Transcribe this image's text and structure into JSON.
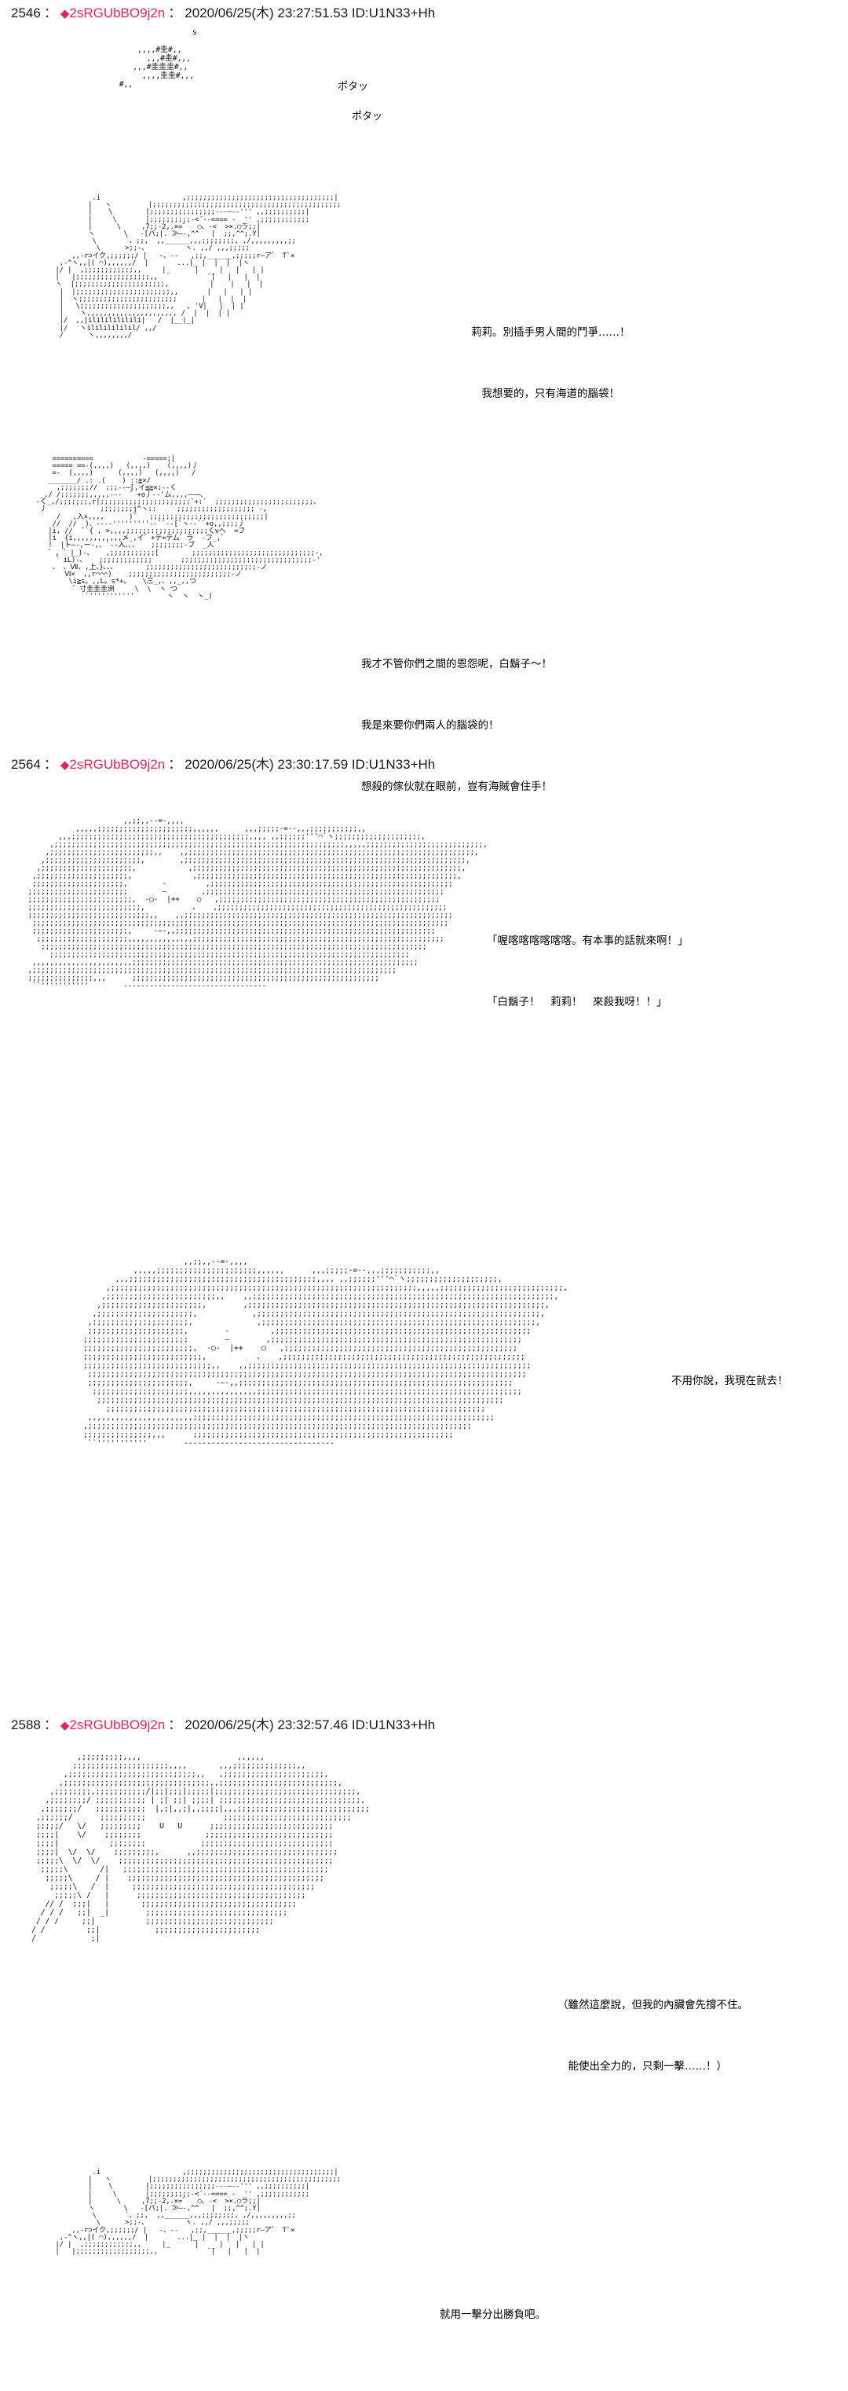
{
  "thread": {
    "board_style": "2ch-aa-thread",
    "accent_color": "#e8245a",
    "background": "#ffffff",
    "text_color": "#000000"
  },
  "posts": [
    {
      "number": "2546",
      "sep1": "：",
      "diamond": "◆",
      "tripcode": "2sRGUbBO9j2n",
      "sep2": "：",
      "meta": "2020/06/25(木) 23:27:51.53 ID:U1N33+Hh",
      "sound_effects": [
        "ポタッ",
        "ポタッ"
      ],
      "dialogue_blocks": [
        {
          "id": "d1",
          "lines": [
            "莉莉。別插手男人間的鬥爭……！",
            "　我想要的，只有海道的腦袋！"
          ]
        },
        {
          "id": "d2",
          "lines": [
            "我才不管你們之間的恩怨呢，白鬍子～！",
            "我是來要你們兩人的腦袋的！",
            "想殺的傢伙就在眼前，豈有海賊會住手！"
          ]
        }
      ]
    },
    {
      "number": "2564",
      "sep1": "：",
      "diamond": "◆",
      "tripcode": "2sRGUbBO9j2n",
      "sep2": "：",
      "meta": "2020/06/25(木) 23:30:17.59 ID:U1N33+Hh",
      "dialogue_blocks": [
        {
          "id": "d3",
          "lines": [
            "「喔喀喀喀喀喀喀。有本事的話就來啊！」",
            "「白鬍子！　莉莉！　來殺我呀！！」"
          ]
        },
        {
          "id": "d4",
          "lines": [
            "不用你說，我現在就去！"
          ]
        }
      ]
    },
    {
      "number": "2588",
      "sep1": "：",
      "diamond": "◆",
      "tripcode": "2sRGUbBO9j2n",
      "sep2": "：",
      "meta": "2020/06/25(木) 23:32:57.46 ID:U1N33+Hh",
      "dialogue_blocks": [
        {
          "id": "d5",
          "lines": [
            "（雖然這麼說，但我的內臟會先撐不住。",
            "　能使出全力的，只剩一擊……！）"
          ]
        },
        {
          "id": "d6",
          "lines": [
            "就用一擊分出勝負吧。"
          ]
        }
      ]
    }
  ],
  "art": {
    "drip": "                  s\n\n      ,,,,#圭#,,\n        ,,,#圭#,,,\n     ,,,#圭圭圭#,,\n       ,,,,圭圭#,,,\n  #,,",
    "panel1": "           .i                    ,;;;;;;;;;;;;;;;;;;;;;;;;;;;;;;;;;;;;|\n          |   ヽ         |;;;;;;;;;;;;;;;;;;;;;;;;;;;;;;;;;;;;;;;;;;;;;;\n          |    \\        |;;;;;;;;;;;;;;;;---―--''' ,,;;;;;;;;;;|\n          |     \\       |;;;;;;;;;;-<´-‐==== ‐  '' ,;;;;;;;;;;;;\n          |      \\     ,7;;-2,.×=゛  ○、‐<  >×.○ラ;;|\n          ヽ       \\   ‐[バ;|. ≫―-,^^   |  ;;,^^;.Y|\n           \\       `、;;,  ,,______,,,;;;;;;;;, ,/,,,,,,,,,;;\n            \\      >;;-、         ヽ. ,,/ ,,,;;;;;\n      ,,‐r⊃イク,;;;;;;/ |   -、--   ,;;,______,;;;;;r―ア゛ T`×\n   ,‐^ヽ,,|( ⌒),,,,,,/  |       ...|_ |  |  |  |ヽ\n  |/ |  ,;;;;;;;;;;;;,,     |_      |     |   |   | |\n  |   |;;;;;;;;;;;;;;;;;;,,            ̄ ̄|   |   |  |\n  ヽ  |;;;;;;;;;;;;;;;;;;;;;;,          |    |   |  |\n   |  |;;;;;;;;;;;;;;;;;;;;;;;,,       |   |   | |\n   |  ヽ;;;;;;;;;;;;;;;;;;;;;;;;      |   |  |  |\n   |   \\;;;;;;;;;;;;;;;;;;;;;,,   , 'V|   |  | |\n   |    ヽ,,,,,,,,,,,,,,,,,,,,,, /  |  |  | |\n   |/  ,,|ilililililili|   /  |__|_|\n   |/   ヽilililililil/ ,,/\n   /      ヽ,,,,,,,,/",
    "panel2": "       ==========            -=====;|\n       ===== ==-(,,,,)   (,,,,)    (,,,,)丿\n       =-  (,,,,)      (,,,,)   (,,,,)   /\n      _______/ .: .(    ) ::≧×/\n        ,;;;;;;;//  ;;;--―[,イ≦≧×;--く\n    _,/ /;;;;;;;,,,,,---  ゛+o丿--'ム,,,,―――、\n   ‐く_,/;;;;;;;,r|;;;;;;;;;;;;;;;;;;;;;;`+:`  ;;;;;;;;;;;;;;;;;;;;;;;;、\n    丿             ;;;;;;;;j^ヽ::     ;;;;;;;;;;;;;;;;;;; -,\n        /   ,入×,,,,      )´   ;;;;;;;;;;;;;;;;;;;;;;;;;;;;|\n       //  //  )、--‐‐'''''''''--``--[`ヽ--``+o,,;;;;丿\n      |i, //  ``{ , >,,,,;;;;;;;;;;;;;;;;;;;;くvへ  =フ\n      |i  {i,,,,,,,,,,,,メ_,イ゛+テ=テム゛ラ  -フ_,゛\n      !  |ト―-,ー-,、`--入、、、   ;;;;;;;;-ブ  _人\n      ゛, ゛|_)-、   ,;;;;;;;;;;;[        ;;;;;;;;;;;;;;;;;;;;;;;;;;;;;;-,\n        ゛iL)-、   ;;;;;;;;;;;;;       ;;;;;;;;;;;;;;;;;;;;;;;;;;;;;;;;-'\n       、 、Ⅶ、,上、}、、、       ;;;;;;;;;;;;;;;;;;;;;;;;;;;-ノ\n          Ⅵ×  ,,r⌒⌒⌒)    ;;;;;;;;;;;;;;;;;;;;;;;;;-ノ\n           \\i≧s。,,L。s*+。   \\三_,、,,_,,つ\n            ゛寸圭圭圭洲     \\  \\  ヽ つ\n               `'''''''''''        ヽ  ヽ  ヽ_)",
    "panel3": "                       ,,;;,,-‐=-,,,,\n            ,,,,,;;;;;;;;;;;;;;;;;;;;;;,,,,,,      ,,,;;;;;-=‐-,,,;;;;;;;;;;;,,\n        ,,,;;;;;;;;;;;;;;;;;;;;;;;;;;;;;;;;;;;;;;;;;,,,, ,,;;;;;;'''⌒`ヽ;;;;;;;;;;;;;;;;;;;;,\n      ,;;;;;;;;;;;;;;;;;;;;;;;;;;;;;;;;;;;;;;;;;;;;;;;;;;;;;;;;;;;;;;;;;;;,,,,,;;;;;;;;;;;;;;;;;;;;;;;;;;;,\n     ,;;;;;;;;;;;;;;;;;;;;;;;;,,    ,,;;;;;;;;;;;;;;;;;;;;;;;;;;;;;;;;;;;;;;;;;;;;;;;;;;;;;;;;;;;;;;;;;;,\n    ,;;;;;;;;;;;;;;;;;;;;;;,        ,;;;;;;;;;;;;;;;;;;;;;;;;;;;;;;;;;;;;;;;;;;;;;;;;;;;;;;;;;;;;;;;;;,\n   ,;;;;;;;;;;;;;;;;;;;;;,            ,;;;;;;;;;;;;;;;;;;;;;;;;;;;;;;;;;;;;;;;;;;;;;;;;;;;;;;;;;;;;;;,\n  ,;;;;;;;;;;;;;;;;;;;;;,              ,;;;;;;;;;;;;;;;;;;;;;;;;;;;;;;;;;;;;;;;;;;;;;;;;;;;;;;;;;;;;,\n  ;;;;;;;;;;;;;;;;;;;;;,        -         ,;;;;;;;;;;;;;;;;;;;;;;;;;;;;;;;;;;;;;;;;;;;;;;;;;;;;;;;;\n ;;;;;;;;;;;;;;;;;;;;;;;        ―        ,;;;;;;;;;;;;;;;;;;;;;;;;;;;;;;;;;;;;;;;;;;;;;;;;;;;;;;;\n ;;;;;;;;;;;;;;;;;;;;;;;;,  -○-  |++    ○   ,;;;;;;;;;;;;;;;;;;;;;;;;;;;;;;;;;;;;;;;;;;;;;;;;;;;\n ;;;;;;;;;;;;;;;;;;;;;;;;;;,           、   ,;;;;;;;;;;;;;;;;;;;;;;;;;;;;;;;;;;;;;;;;;;;;;;;;;;;;;\n ;;;;;;;;;;;;;;;;;;;;;;;;;;;;,,    ,,;;;;;;;;;;;;;;;;;;;;;;;;;;;;;;;;;;;;;;;;;;;;;;;;;;;;;;;;;;;;;;\n  ;;;;;;;;;;;;;;;;;;;;;;;;;;;;;;;;;;;;;;;;;;;;;;;;;;;;;;;;;;;;;;;;;;;;;;;;;;;;;;;;;;;;;;;;;;;;;;;;\n  ;;;;;;;;;;;;;;;;;;;;;;,     -―-,,;;;;;;;;;;;;;;;;;;;;;;;;;;;;;;;;;;;;;;;;;;;;;;;;;;;;;;;;;;;;\n   ;;;;;;;;;;;;;;;;;;;;;,,,,,,,,,,,,,,,;;;;;;;;;;;;;;;;;;;;;;;;;;;;;;;;;;;;;;;;;;;;;;;;;;;;;;;;;;\n    ;;;;;;;;;;;;;;;;;;;;;;;;;;;;;;;;;;;;;;;;;;;;;;;;;;;;;;;;;;;;;;;;;;;;;;;;;;;;;;;;;;;;;;;;;\n      ;;;;;;;;;;;;;;;;;;;;;;;;;;;;;;;;;;;;;;;;;;;;;;;;;;;;;;;;;;;;;;;;;;;;;;;;;;;;;;;;;;;\n  ,,,,,,,,,,,,,,,,,,,,,,,;;;;;;;;;;;;;;;;;;;;;;;;;;;;;;;;;;;;;;;;;;;;;;;;;;;;;;;;;;;;;;;;;;\n ,;;;;;;;;;;;;;;;;;;;;;;;;;;;;;;;;;;;;;;;;;;;;;;;;;;;;;;;;;;;;;;;;;;;;;;;;;;;;;;;;;;;;\n ;;;;;;;;;;;;;;;,,,      ;;;;;;;;;;;;;;;;;;;;;;;;;;;;;;;;;;;;;;;;;;;;;;;;;;;;;;;;;\n  ``'''''''''''        ---------------------------------",
    "panel4": "          ,;;;;;;;;;,,,,                     ,,,,,,\n         ;;;;;;;;;;;;;;;;;;;;;,,,,       ,,,;;;;;;;;;;;;;;,,\n       ,;;;;;;;;;;;;;;;;;;;;;;;;;;;;,,   ,;;;;;;;;;;;;;;;;;;;;;;,\n      ,;;;;;;;;;;;;;;;;;;;;;;;;;;;;;;;;,,;;;;;;;;;;;;;;;;;;;;;;;;;;,\n    ,;;;;;;;;,;;;;;;;;;;;/|;;|;;;|;;;;;|;;;;;;;;;;;;;;;;;;;;;;;;;;;;;;;,\n   ,;;;;;;;;/ ;;;;;;;;;;; | ;| ;;| ;;;;| ;;;;;;;;;;;;;;;;;;;;;;;;;;;;;;;,\n  ,;;;;;;;/   ;;;;;;;;;;;  |,;|,,;|,,;;;;|,,,;;;;;;;;;;;;;;;;;;;;;;;;;;;;;\n ,;;;;;;/      ;;;;;;;;;;                 ;;;;;;;;;;;;;;;;;;;;;;;;;;;;\n ;;;;;/   \\/   ;;;;;;;;;    U   U      ;;;;;;;;;;;;;;;;;;;;;;;;;;;\n ;;;;|    \\/    ;;;;;;;;              ;;;;;;;;;;;;;;;;;;;;;;;;;;;;\n ;;;;|           ;;;;;;;;            ;;;;;;;;;;;;;;;;;;;;;;;;;;;;;\n ;;;;|  \\/  \\/    ;;;;;;;;;,      ,,;;;;;;;;;;;;;;;;;;;;;;;;;;;;;;;\n ;;;;;\\  \\/  \\/    ;;;;;;;;;;;;;;;;;;;;;;;;;;;;;;;;;;;;;;;;;;;;;;;\n  ;;;;;\\       /|   ;;;;;;;;;;;;;;;;;;;;;;;;;;;;;;;;;;;;;;;;;;;;;\n   ;;;;;\\     / |    ;;;;;;;;;;;;;;;;;;;;;;;;;;;;;;;;;;;;;;;;;;;\n    ;;;;;\\   /  |     ;;;;;;;;;;;;;;;;;;;;;;;;;;;;;;;;;;;;;;;;\n     ;;;;;\\ /   |      ;;;;;;;;;;;;;;;;;;;;;;;;;;;;;;;;;;;;;\n   // /  ;;;|   |       ;;;;;;;;;;;;;;;;;;;;;;;;;;;;;;;;;;\n  / / /   ;;|  _|        ;;;;;;;;;;;;;;;;;;;;;;;;;;;;;;;\n / / /     ;;|           ;;;;;;;;;;;;;;;;;;;;;;;;;;;;\n/ /         ;;|            ;;;;;;;;;;;;;;;;;;;;;;;\n/            ;|",
    "panel5": "           .i                    ,;;;;;;;;;;;;;;;;;;;;;;;;;;;;;;;;;;;;|\n          |   ヽ         |;;;;;;;;;;;;;;;;;;;;;;;;;;;;;;;;;;;;;;;;;;;;;;\n          |    \\        |;;;;;;;;;;;;;;;;---―--''' ,,;;;;;;;;;;|\n          |     \\       |;;;;;;;;;;-<´-‐==== ‐  '' ,;;;;;;;;;;;;\n          |      \\     ,7;;-2,.×=゛  ○、‐<  >×.○ラ;;|\n          ヽ       \\   ‐[バ;|. ≫―-,^^   |  ;;,^^;.Y|\n           \\       `、;;,  ,,______,,,;;;;;;;;, ,/,,,,,,,,,;;\n            \\      >;;-、         ヽ. ,,/ ,,,;;;;;\n      ,,‐r⊃イク,;;;;;;/ |   -、--   ,;;,______,;;;;;r―ア゛ T`×\n   ,‐^ヽ,,|( ⌒),,,,,,/  |       ...|_ |  |  |  |ヽ\n  |/ |  ,;;;;;;;;;;;;,,     |_      |     |   |   | |\n  |   |;;;;;;;;;;;;;;;;;;,,            ̄ ̄|   |   |  |"
  }
}
